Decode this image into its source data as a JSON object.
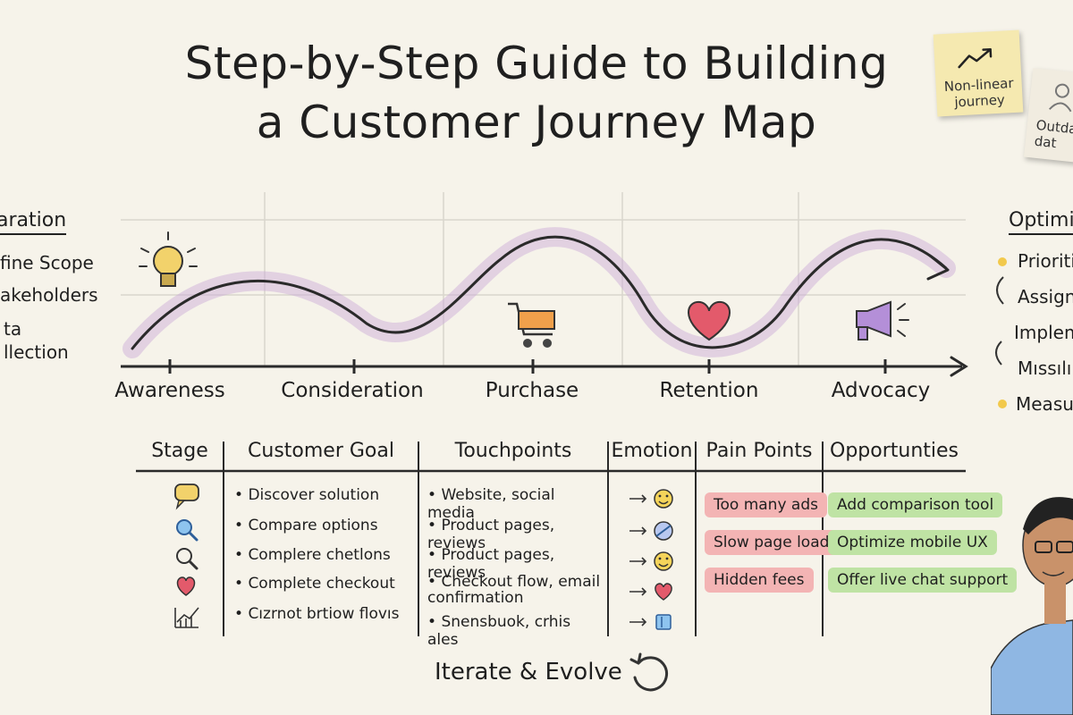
{
  "title": {
    "line1": "Step-by-Step Guide to Building",
    "line2": "a Customer Journey Map"
  },
  "notes": {
    "n1": {
      "line1": "Non-linear",
      "line2": "journey",
      "icon": "trend-arrow-icon"
    },
    "n2": {
      "line1": "Outda",
      "line2": "dat",
      "icon": "person-icon"
    }
  },
  "preparation": {
    "heading": "aration",
    "items": [
      "fine Scope",
      "akeholders",
      "ta",
      "llection"
    ]
  },
  "optimization": {
    "heading": "Optimiz",
    "items": [
      "Prioriti",
      "Assign",
      "Implem",
      "Mıssılıl",
      "Measur"
    ]
  },
  "stages": [
    "Awareness",
    "Consideration",
    "Purchase",
    "Retention",
    "Advocacy"
  ],
  "stage_icons": [
    "lightbulb-icon",
    "shopping-cart-icon",
    "heart-icon",
    "megaphone-icon"
  ],
  "table": {
    "headers": [
      "Stage",
      "Customer Goal",
      "Touchpoints",
      "Emotion",
      "Pain Points",
      "Opportunties"
    ],
    "stage_icons": [
      "speech-bubble-icon",
      "magnifier-icon",
      "magnifier-icon",
      "heart-icon",
      "chart-icon"
    ],
    "goals": [
      "Discover solution",
      "Compare options",
      "Complere chetlons",
      "Complete checkout",
      "Cızrnot brtiow flovıs"
    ],
    "touchpoints": [
      "Website, social media",
      "Product pages, reviews",
      "Product pages, reviews",
      "Checkout flow, email confirmation",
      "Snensbuok, crhis ales"
    ],
    "emotions": [
      "smiley-icon",
      "confused-icon",
      "smiley-icon",
      "heart-icon",
      "thumbs-icon"
    ],
    "pain_points": [
      "Too many ads",
      "Slow page load",
      "Hidden fees"
    ],
    "opportunities": [
      "Add comparison tool",
      "Optimize mobile UX",
      "Offer live chat support"
    ]
  },
  "footer": {
    "label": "Iterate & Evolve",
    "icon": "cycle-arrow-icon"
  },
  "colors": {
    "line": "#2a2a2a",
    "wave_purple": "#9b8fd6",
    "wave_pink": "#e7a2b4",
    "pain": "#f3b4b4",
    "opp": "#bfe3a4",
    "note": "#f5e9b0"
  }
}
